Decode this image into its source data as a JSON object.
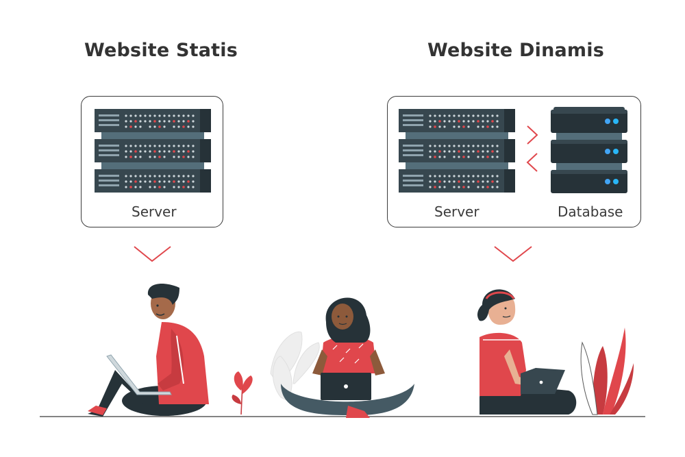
{
  "titles": {
    "static": "Website Statis",
    "dynamic": "Website Dinamis"
  },
  "static_panel": {
    "server_label": "Server"
  },
  "dynamic_panel": {
    "server_label": "Server",
    "database_label": "Database"
  },
  "colors": {
    "accent_red": "#e0474c",
    "server_dark": "#37474f",
    "database_dark": "#263238",
    "text": "#333333",
    "light_blue": "#42a5f5"
  },
  "icons": [
    "server-rack-icon",
    "database-stack-icon",
    "chevron-down-icon",
    "bidirectional-arrow-icon"
  ]
}
